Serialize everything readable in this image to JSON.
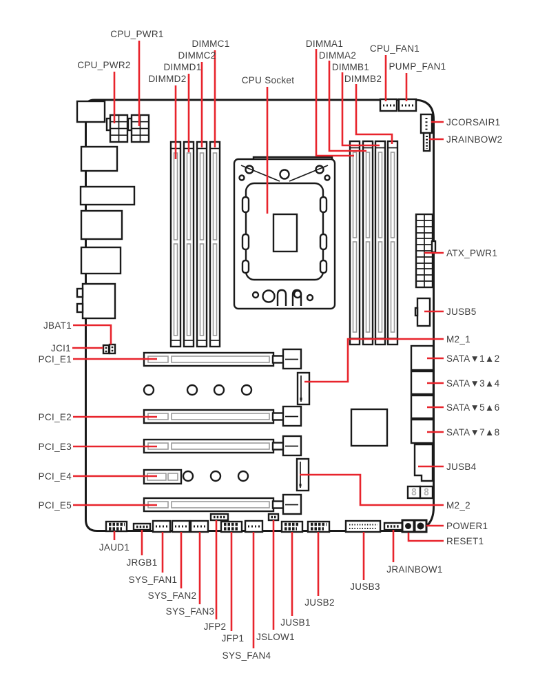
{
  "diagram_type": "motherboard-component-layout",
  "colors": {
    "leader_line": "#e8242c",
    "component_outline": "#1a1a1a",
    "label_text": "#3d3d3d",
    "slot_inner": "#9a9a9a",
    "background": "#ffffff"
  },
  "labels": {
    "cpu_pwr1": "CPU_PWR1",
    "cpu_pwr2": "CPU_PWR2",
    "dimmd2": "DIMMD2",
    "dimmd1": "DIMMD1",
    "dimmc2": "DIMMC2",
    "dimmc1": "DIMMC1",
    "cpu_socket": "CPU Socket",
    "dimma1": "DIMMA1",
    "dimma2": "DIMMA2",
    "dimmb1": "DIMMB1",
    "dimmb2": "DIMMB2",
    "cpu_fan1": "CPU_FAN1",
    "pump_fan1": "PUMP_FAN1",
    "jcorsair1": "JCORSAIR1",
    "jrainbow2": "JRAINBOW2",
    "atx_pwr1": "ATX_PWR1",
    "jusb5": "JUSB5",
    "m2_1": "M2_1",
    "sata_12": "SATA▼1▲2",
    "sata_34": "SATA▼3▲4",
    "sata_56": "SATA▼5▲6",
    "sata_78": "SATA▼7▲8",
    "jusb4": "JUSB4",
    "m2_2": "M2_2",
    "power1": "POWER1",
    "reset1": "RESET1",
    "jrainbow1": "JRAINBOW1",
    "jusb3": "JUSB3",
    "jusb2": "JUSB2",
    "jusb1": "JUSB1",
    "jslow1": "JSLOW1",
    "sys_fan4": "SYS_FAN4",
    "jfp1": "JFP1",
    "jfp2": "JFP2",
    "sys_fan3": "SYS_FAN3",
    "sys_fan2": "SYS_FAN2",
    "sys_fan1": "SYS_FAN1",
    "jrgb1": "JRGB1",
    "jaud1": "JAUD1",
    "jbat1": "JBAT1",
    "jci1": "JCI1",
    "pci_e1": "PCI_E1",
    "pci_e2": "PCI_E2",
    "pci_e3": "PCI_E3",
    "pci_e4": "PCI_E4",
    "pci_e5": "PCI_E5"
  },
  "debug_display": {
    "left_digit": "8",
    "right_digit": "8"
  }
}
